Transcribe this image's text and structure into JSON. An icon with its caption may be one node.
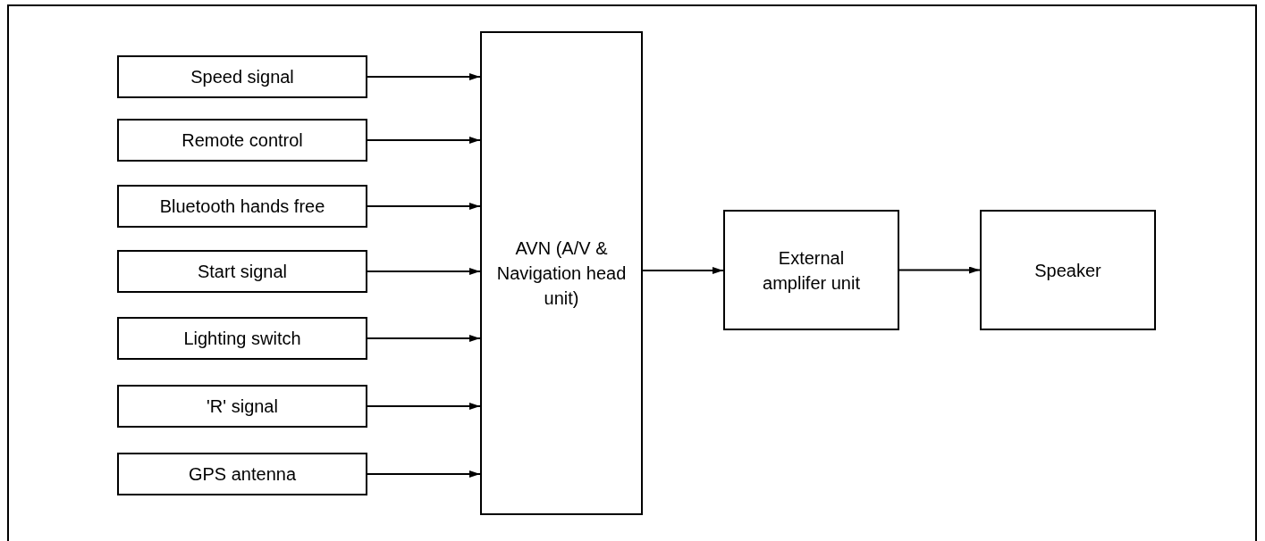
{
  "diagram": {
    "nodes": [
      {
        "text": [
          "Speed signal"
        ]
      },
      {
        "text": [
          "Remote control"
        ]
      },
      {
        "text": [
          "Bluetooth hands free"
        ]
      },
      {
        "text": [
          "Start signal"
        ]
      },
      {
        "text": [
          "Lighting switch"
        ]
      },
      {
        "text": [
          "'R' signal"
        ]
      },
      {
        "text": [
          "GPS antenna"
        ]
      },
      {
        "text": [
          "AVN (A/V & Navigation head unit)"
        ]
      },
      {
        "text": [
          "External amplifer unit"
        ]
      },
      {
        "text": [
          "Speaker"
        ]
      }
    ],
    "edges": [
      {
        "from": 0,
        "to": 7,
        "arrow": "to"
      },
      {
        "from": 1,
        "to": 7,
        "arrow": "to"
      },
      {
        "from": 2,
        "to": 7,
        "arrow": "to"
      },
      {
        "from": 3,
        "to": 7,
        "arrow": "to"
      },
      {
        "from": 4,
        "to": 7,
        "arrow": "to"
      },
      {
        "from": 5,
        "to": 7,
        "arrow": "to"
      },
      {
        "from": 6,
        "to": 7,
        "arrow": "to"
      },
      {
        "from": 7,
        "to": 8,
        "arrow": "to"
      },
      {
        "from": 8,
        "to": 9,
        "arrow": "to"
      }
    ]
  }
}
